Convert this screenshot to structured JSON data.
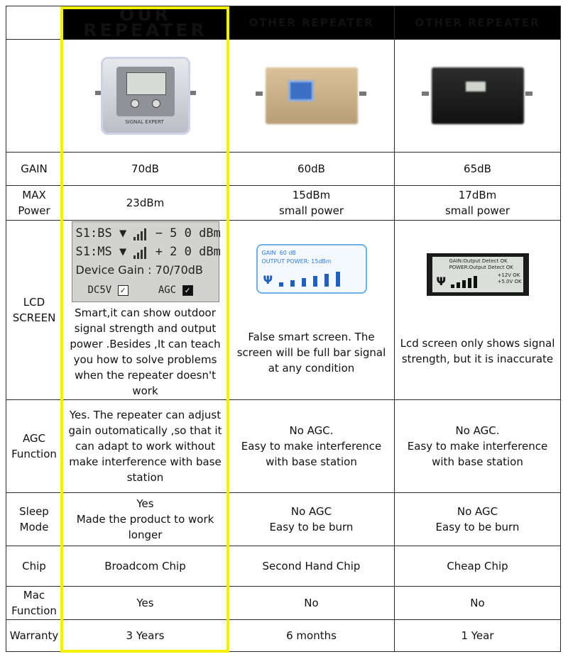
{
  "headers": {
    "ours": "OUR REPEATER",
    "other1": "OTHER REPEATER",
    "other2": "OTHER REPEATER"
  },
  "devices": {
    "ours_brand": "SIGNAL EXPERT"
  },
  "rows": {
    "gain": {
      "label": "GAIN",
      "ours": "70dB",
      "other1": "60dB",
      "other2": "65dB"
    },
    "power": {
      "label_line1": "MAX",
      "label_line2": "Power",
      "ours": "23dBm",
      "other1_line1": "15dBm",
      "other1_line2": "small power",
      "other2_line1": "17dBm",
      "other2_line2": "small power"
    },
    "lcd": {
      "label_line1": "LCD",
      "label_line2": "SCREEN",
      "ours_screen": {
        "line1_a": "S1:BS",
        "line1_b": "− 5 0 dBm",
        "line2_a": "S1:MS",
        "line2_b": "+ 2 0 dBm",
        "line3": "Device Gain : 70/70dB",
        "line4_a": "DC5V",
        "line4_b": "AGC"
      },
      "ours_text": "Smart,it can show outdoor signal strength and output power .Besides ,It can teach you how to solve problems when the repeater doesn't work",
      "other1_screen": {
        "gain_label": "GAIN",
        "gain_value": "60 dB",
        "output": "OUTPUT POWER:",
        "output_value": "15dBm"
      },
      "other1_text": "False smart screen. The screen will be full bar signal at any condition",
      "other2_screen": {
        "l1": "GAIN:Output Detect   OK",
        "l2": "POWER:Output Detect   OK",
        "l3": "+12V  OK",
        "l4": "+5.0V  OK"
      },
      "other2_text": "Lcd screen only shows signal strength, but it is inaccurate"
    },
    "agc": {
      "label_line1": "AGC",
      "label_line2": "Function",
      "ours": "Yes. The repeater can adjust gain outomatically ,so that it can adapt to work without make interference with base station",
      "other1_line1": "No AGC.",
      "other1_line2": "Easy to make interference with base station",
      "other2_line1": "No AGC.",
      "other2_line2": "Easy to make interference with base station"
    },
    "sleep": {
      "label_line1": "Sleep",
      "label_line2": "Mode",
      "ours_line1": "Yes",
      "ours_line2": "Made the product to work longer",
      "other1_line1": "No AGC",
      "other1_line2": "Easy to be burn",
      "other2_line1": "No AGC",
      "other2_line2": "Easy to be burn"
    },
    "chip": {
      "label": "Chip",
      "ours": "Broadcom Chip",
      "other1": "Second Hand Chip",
      "other2": "Cheap Chip"
    },
    "mac": {
      "label_line1": "Mac",
      "label_line2": "Function",
      "ours": "Yes",
      "other1": "No",
      "other2": "No"
    },
    "warranty": {
      "label": "Warranty",
      "ours": "3 Years",
      "other1": "6 months",
      "other2": "1 Year"
    }
  },
  "colors": {
    "highlight": "#f4f000",
    "label": "#1f4e79",
    "header_bg": "#000000"
  }
}
